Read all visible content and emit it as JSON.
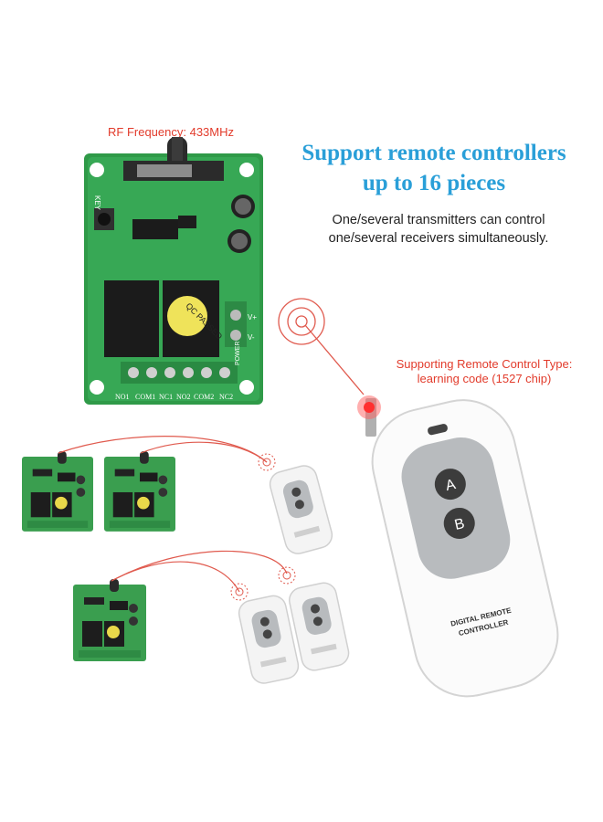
{
  "rf_label": "RF Frequency: 433MHz",
  "headline": {
    "line1": "Support remote controllers",
    "line2": "up to 16 pieces"
  },
  "description": {
    "line1": "One/several transmitters can control",
    "line2": "one/several receivers simultaneously."
  },
  "remote_type": {
    "line1": "Supporting Remote Control Type:",
    "line2": "learning code (1527 chip)"
  },
  "board": {
    "terminals": [
      "NO1",
      "COM1",
      "NC1",
      "NO2",
      "COM2",
      "NC2"
    ],
    "key_label": "KEY",
    "power_label": "POWER",
    "qc_label": "QC PASSED",
    "vplus": "V+",
    "vminus": "V-"
  },
  "remote": {
    "button_a": "A",
    "button_b": "B",
    "label_line1": "DIGITAL REMOTE",
    "label_line2": "CONTROLLER"
  },
  "colors": {
    "headline": "#2a9fd8",
    "accent_red": "#e23b2b",
    "pcb_green": "#2f9a48",
    "remote_grey": "#b8bbbe"
  }
}
